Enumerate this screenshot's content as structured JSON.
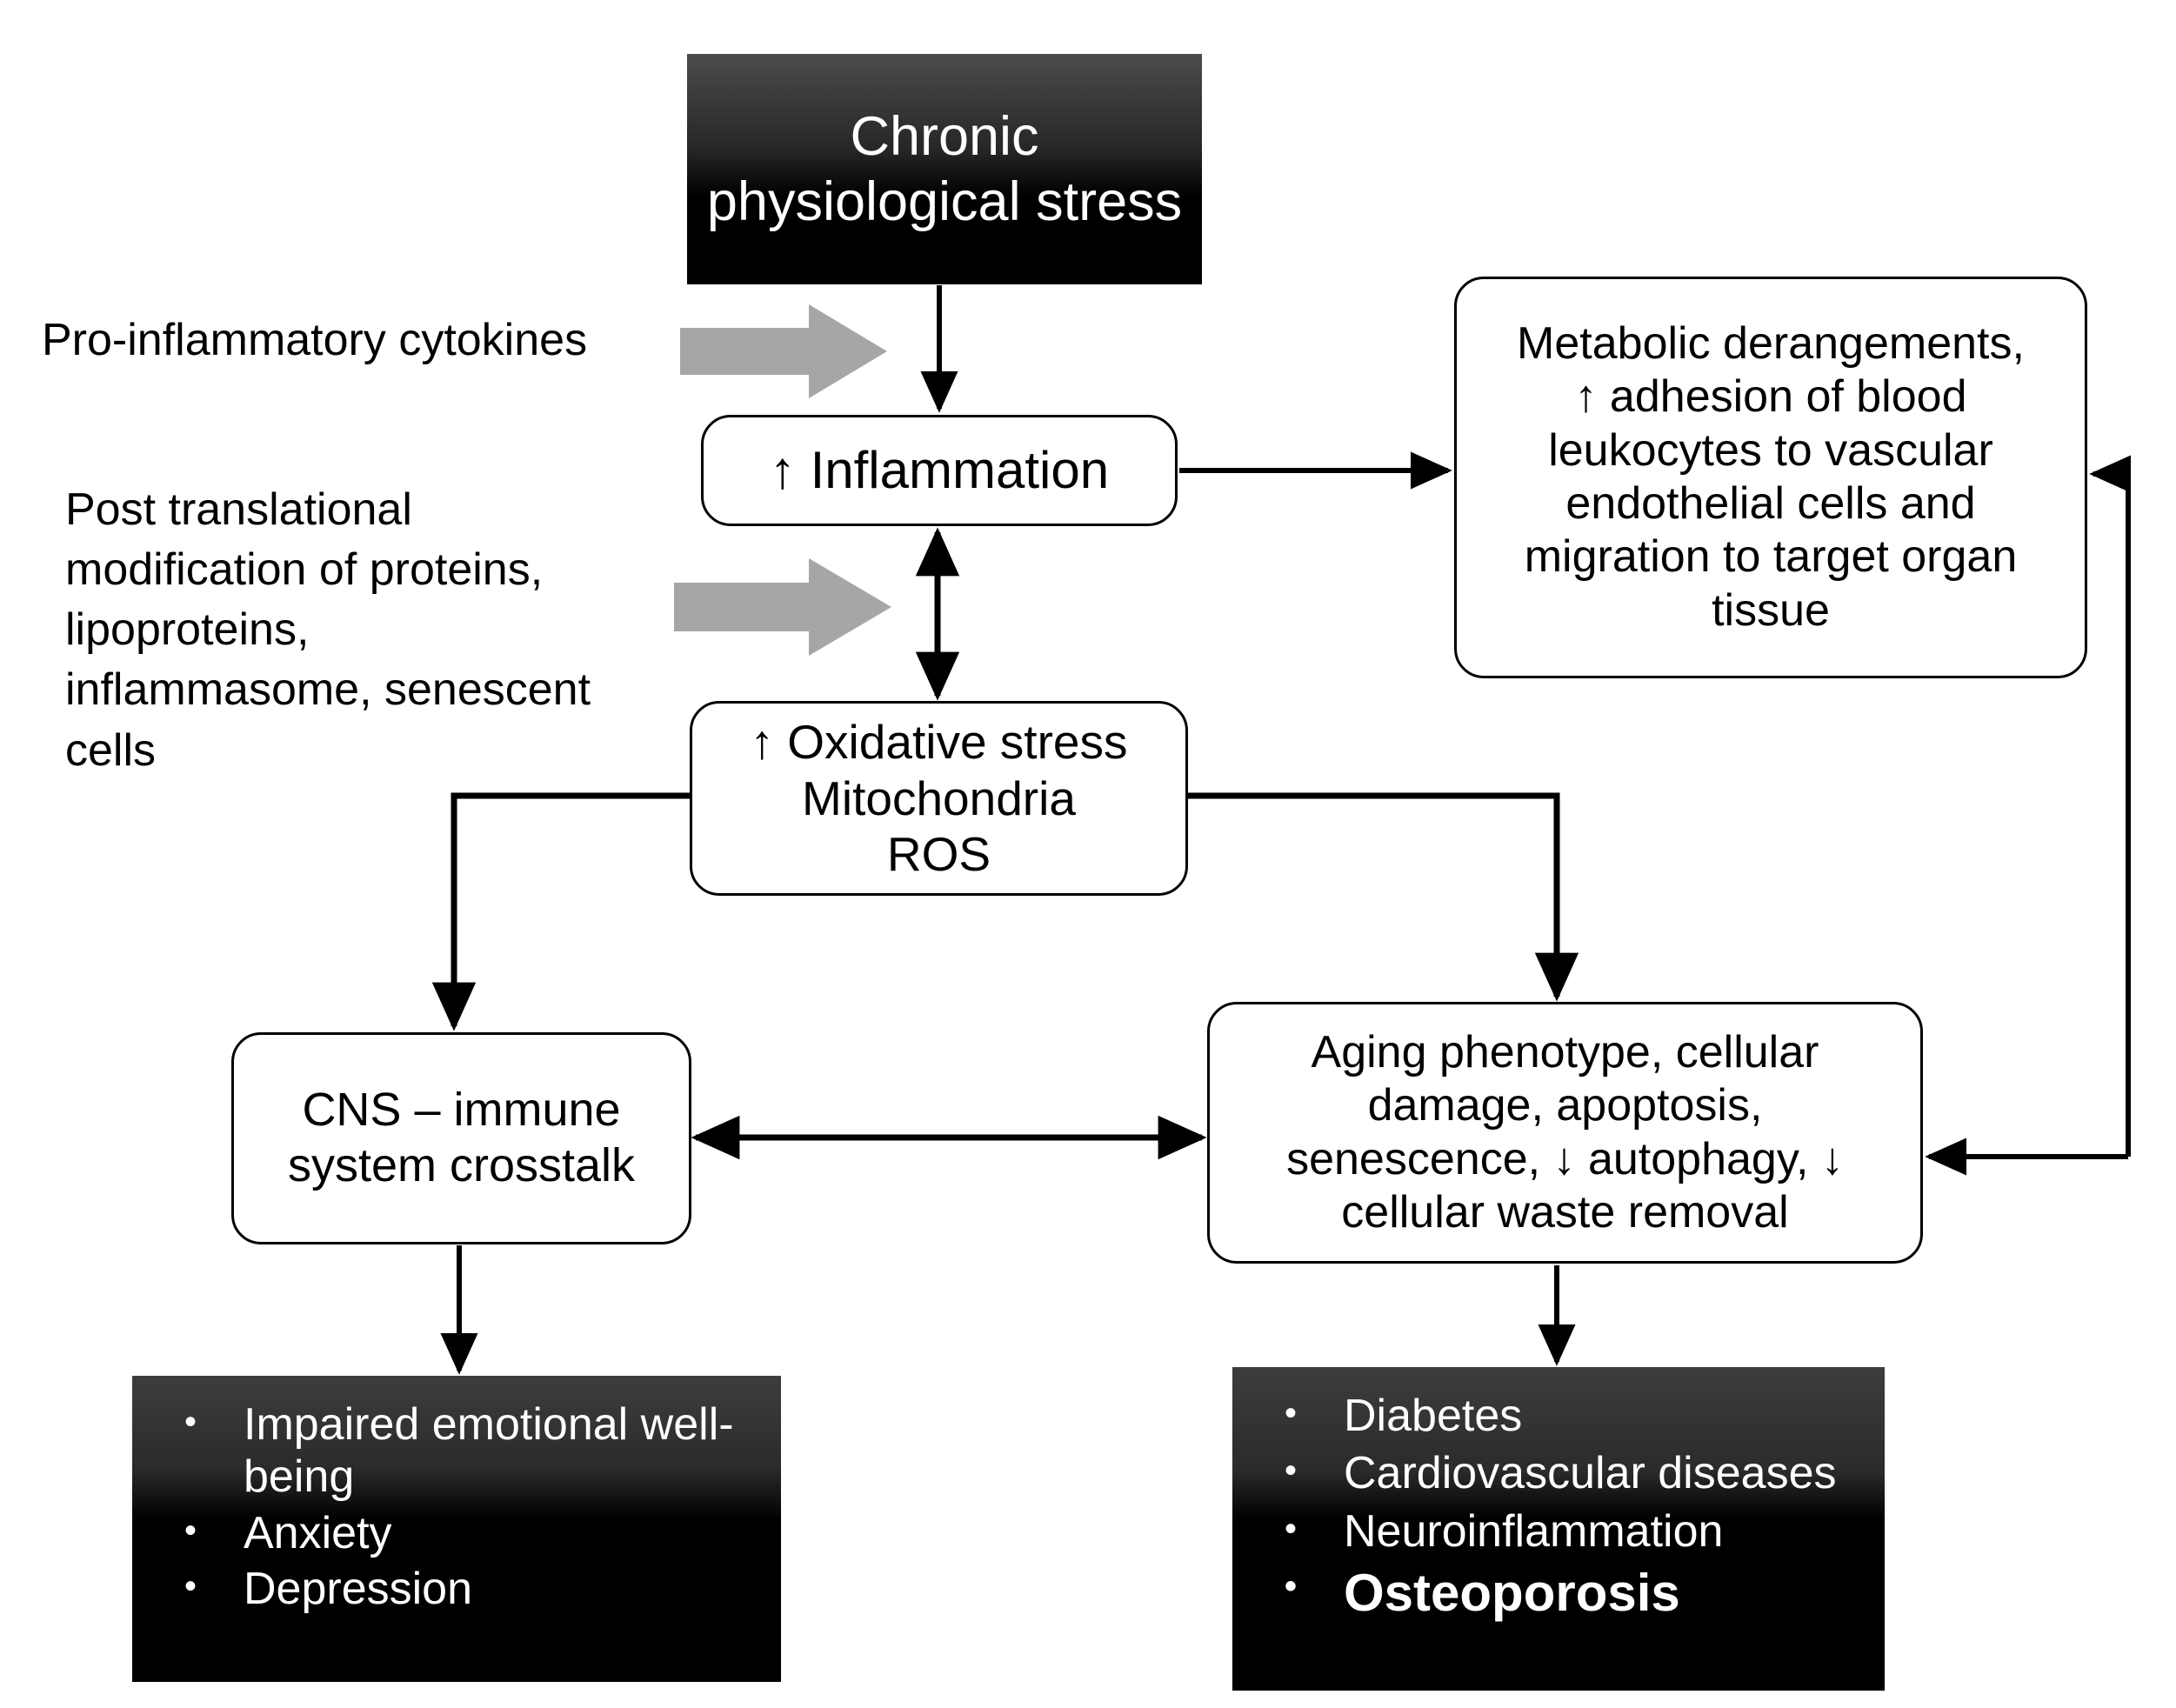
{
  "diagram": {
    "title": "Chronic physiological stress pathway to disease outcomes",
    "colors": {
      "dark_box_top": "#4c4c4c",
      "dark_box_bottom": "#000000",
      "box_border": "#000000",
      "box_fill": "#ffffff",
      "block_arrow": "#a6a6a6",
      "connector": "#000000",
      "dark_box_text": "#ffffff",
      "light_box_text": "#000000"
    }
  },
  "nodes": {
    "chronic_stress": {
      "label": "Chronic\nphysiological stress",
      "style": "dark-gradient"
    },
    "inflammation": {
      "label": "↑ Inflammation",
      "style": "rounded-outline"
    },
    "metabolic": {
      "label": "Metabolic derangements,\n↑ adhesion of blood\nleukocytes to vascular\nendothelial cells and\nmigration to target organ\ntissue",
      "style": "rounded-outline"
    },
    "oxidative": {
      "label": "↑ Oxidative stress\nMitochondria\nROS",
      "style": "rounded-outline"
    },
    "cns": {
      "label": "CNS – immune\nsystem crosstalk",
      "style": "rounded-outline"
    },
    "aging": {
      "label": "Aging phenotype, cellular\ndamage, apoptosis,\nsenescence, ↓ autophagy, ↓\ncellular waste removal",
      "style": "rounded-outline"
    },
    "outcomes_left": {
      "style": "dark-gradient",
      "items": [
        {
          "text": "Impaired emotional well-being",
          "emphasis": false
        },
        {
          "text": "Anxiety",
          "emphasis": false
        },
        {
          "text": "Depression",
          "emphasis": false
        }
      ]
    },
    "outcomes_right": {
      "style": "dark-gradient",
      "items": [
        {
          "text": "Diabetes",
          "emphasis": false
        },
        {
          "text": "Cardiovascular diseases",
          "emphasis": false
        },
        {
          "text": "Neuroinflammation",
          "emphasis": false
        },
        {
          "text": "Osteoporosis",
          "emphasis": true
        }
      ]
    }
  },
  "side_labels": {
    "cytokines": "Pro-inflammatory cytokines",
    "post_translational": "Post translational\nmodification of proteins,\nlipoproteins,\ninflammasome, senescent\ncells"
  },
  "block_arrows": {
    "cytokines_arrow": "block-arrow-right",
    "ptm_arrow": "block-arrow-right"
  },
  "connectors": [
    {
      "from": "chronic_stress",
      "to": "inflammation",
      "type": "single-down"
    },
    {
      "from": "inflammation",
      "to": "metabolic",
      "type": "single-right"
    },
    {
      "from": "inflammation",
      "to": "oxidative",
      "type": "double-vertical"
    },
    {
      "from": "oxidative",
      "to": "cns",
      "type": "elbow-left-down"
    },
    {
      "from": "oxidative",
      "to": "aging",
      "type": "elbow-right-down"
    },
    {
      "from": "cns",
      "to": "aging",
      "type": "double-horizontal"
    },
    {
      "from": "cns",
      "to": "outcomes_left",
      "type": "single-down"
    },
    {
      "from": "aging",
      "to": "outcomes_right",
      "type": "single-down"
    },
    {
      "from": "aging",
      "to": "metabolic",
      "type": "feedback-loop-right"
    }
  ]
}
